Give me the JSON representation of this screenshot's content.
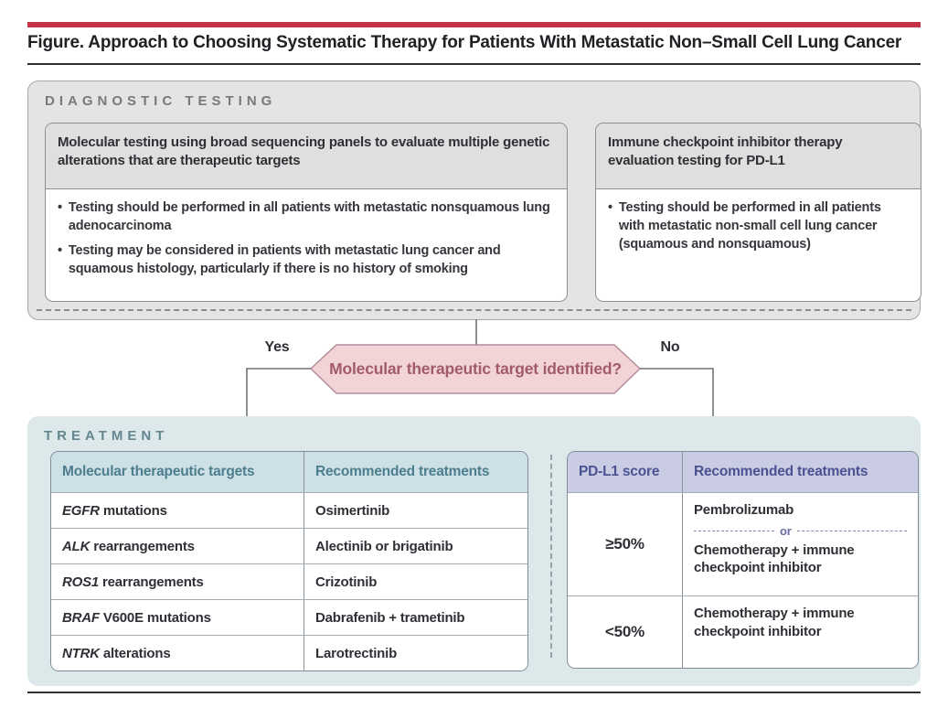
{
  "title": "Figure. Approach to Choosing Systematic Therapy for Patients With Metastatic Non–Small Cell Lung Cancer",
  "bullet_char": "•",
  "colors": {
    "accent_red_bar": "#c53248",
    "diagnostic_panel_bg": "#e4e4e4",
    "treatment_panel_bg": "#dde8ea",
    "hexagon_fill": "#f2d3d6",
    "hexagon_border": "#b28e9a",
    "hexagon_text": "#a25b69",
    "targets_header_bg": "#cde0e6",
    "targets_header_text": "#4d7e8e",
    "pdl1_header_bg": "#c9cce3",
    "pdl1_header_text": "#4a5292",
    "connector_gray": "#6f747a"
  },
  "diagnostic": {
    "label": "DIAGNOSTIC TESTING",
    "left_box": {
      "header": "Molecular testing using broad sequencing panels to evaluate multiple genetic alterations that are therapeutic targets",
      "bullets": [
        "Testing should be performed in all patients with metastatic nonsquamous lung adenocarcinoma",
        "Testing may be considered in patients with metastatic lung cancer and squamous histology, particularly if there is no history of smoking"
      ]
    },
    "right_box": {
      "header": "Immune checkpoint inhibitor therapy evaluation testing for PD-L1",
      "bullets": [
        "Testing should be performed in all patients with metastatic non-small cell lung cancer (squamous and nonsquamous)"
      ]
    }
  },
  "decision": {
    "question": "Molecular therapeutic target identified?",
    "yes_label": "Yes",
    "no_label": "No"
  },
  "treatment": {
    "label": "TREATMENT",
    "targets_table": {
      "headers": [
        "Molecular therapeutic targets",
        "Recommended treatments"
      ],
      "rows": [
        {
          "gene": "EGFR",
          "rest": " mutations",
          "treatment": "Osimertinib"
        },
        {
          "gene": "ALK",
          "rest": " rearrangements",
          "treatment": "Alectinib or brigatinib"
        },
        {
          "gene": "ROS1",
          "rest": " rearrangements",
          "treatment": "Crizotinib"
        },
        {
          "gene": "BRAF",
          "rest": " V600E mutations",
          "treatment": "Dabrafenib + trametinib"
        },
        {
          "gene": "NTRK",
          "rest": " alterations",
          "treatment": "Larotrectinib"
        }
      ]
    },
    "pdl1_table": {
      "headers": [
        "PD-L1 score",
        "Recommended treatments"
      ],
      "or_label": "or",
      "rows": [
        {
          "score": "≥50%",
          "treatments": [
            "Pembrolizumab",
            "Chemotherapy + immune checkpoint inhibitor"
          ]
        },
        {
          "score": "<50%",
          "treatments": [
            "Chemotherapy + immune checkpoint inhibitor"
          ]
        }
      ]
    }
  }
}
